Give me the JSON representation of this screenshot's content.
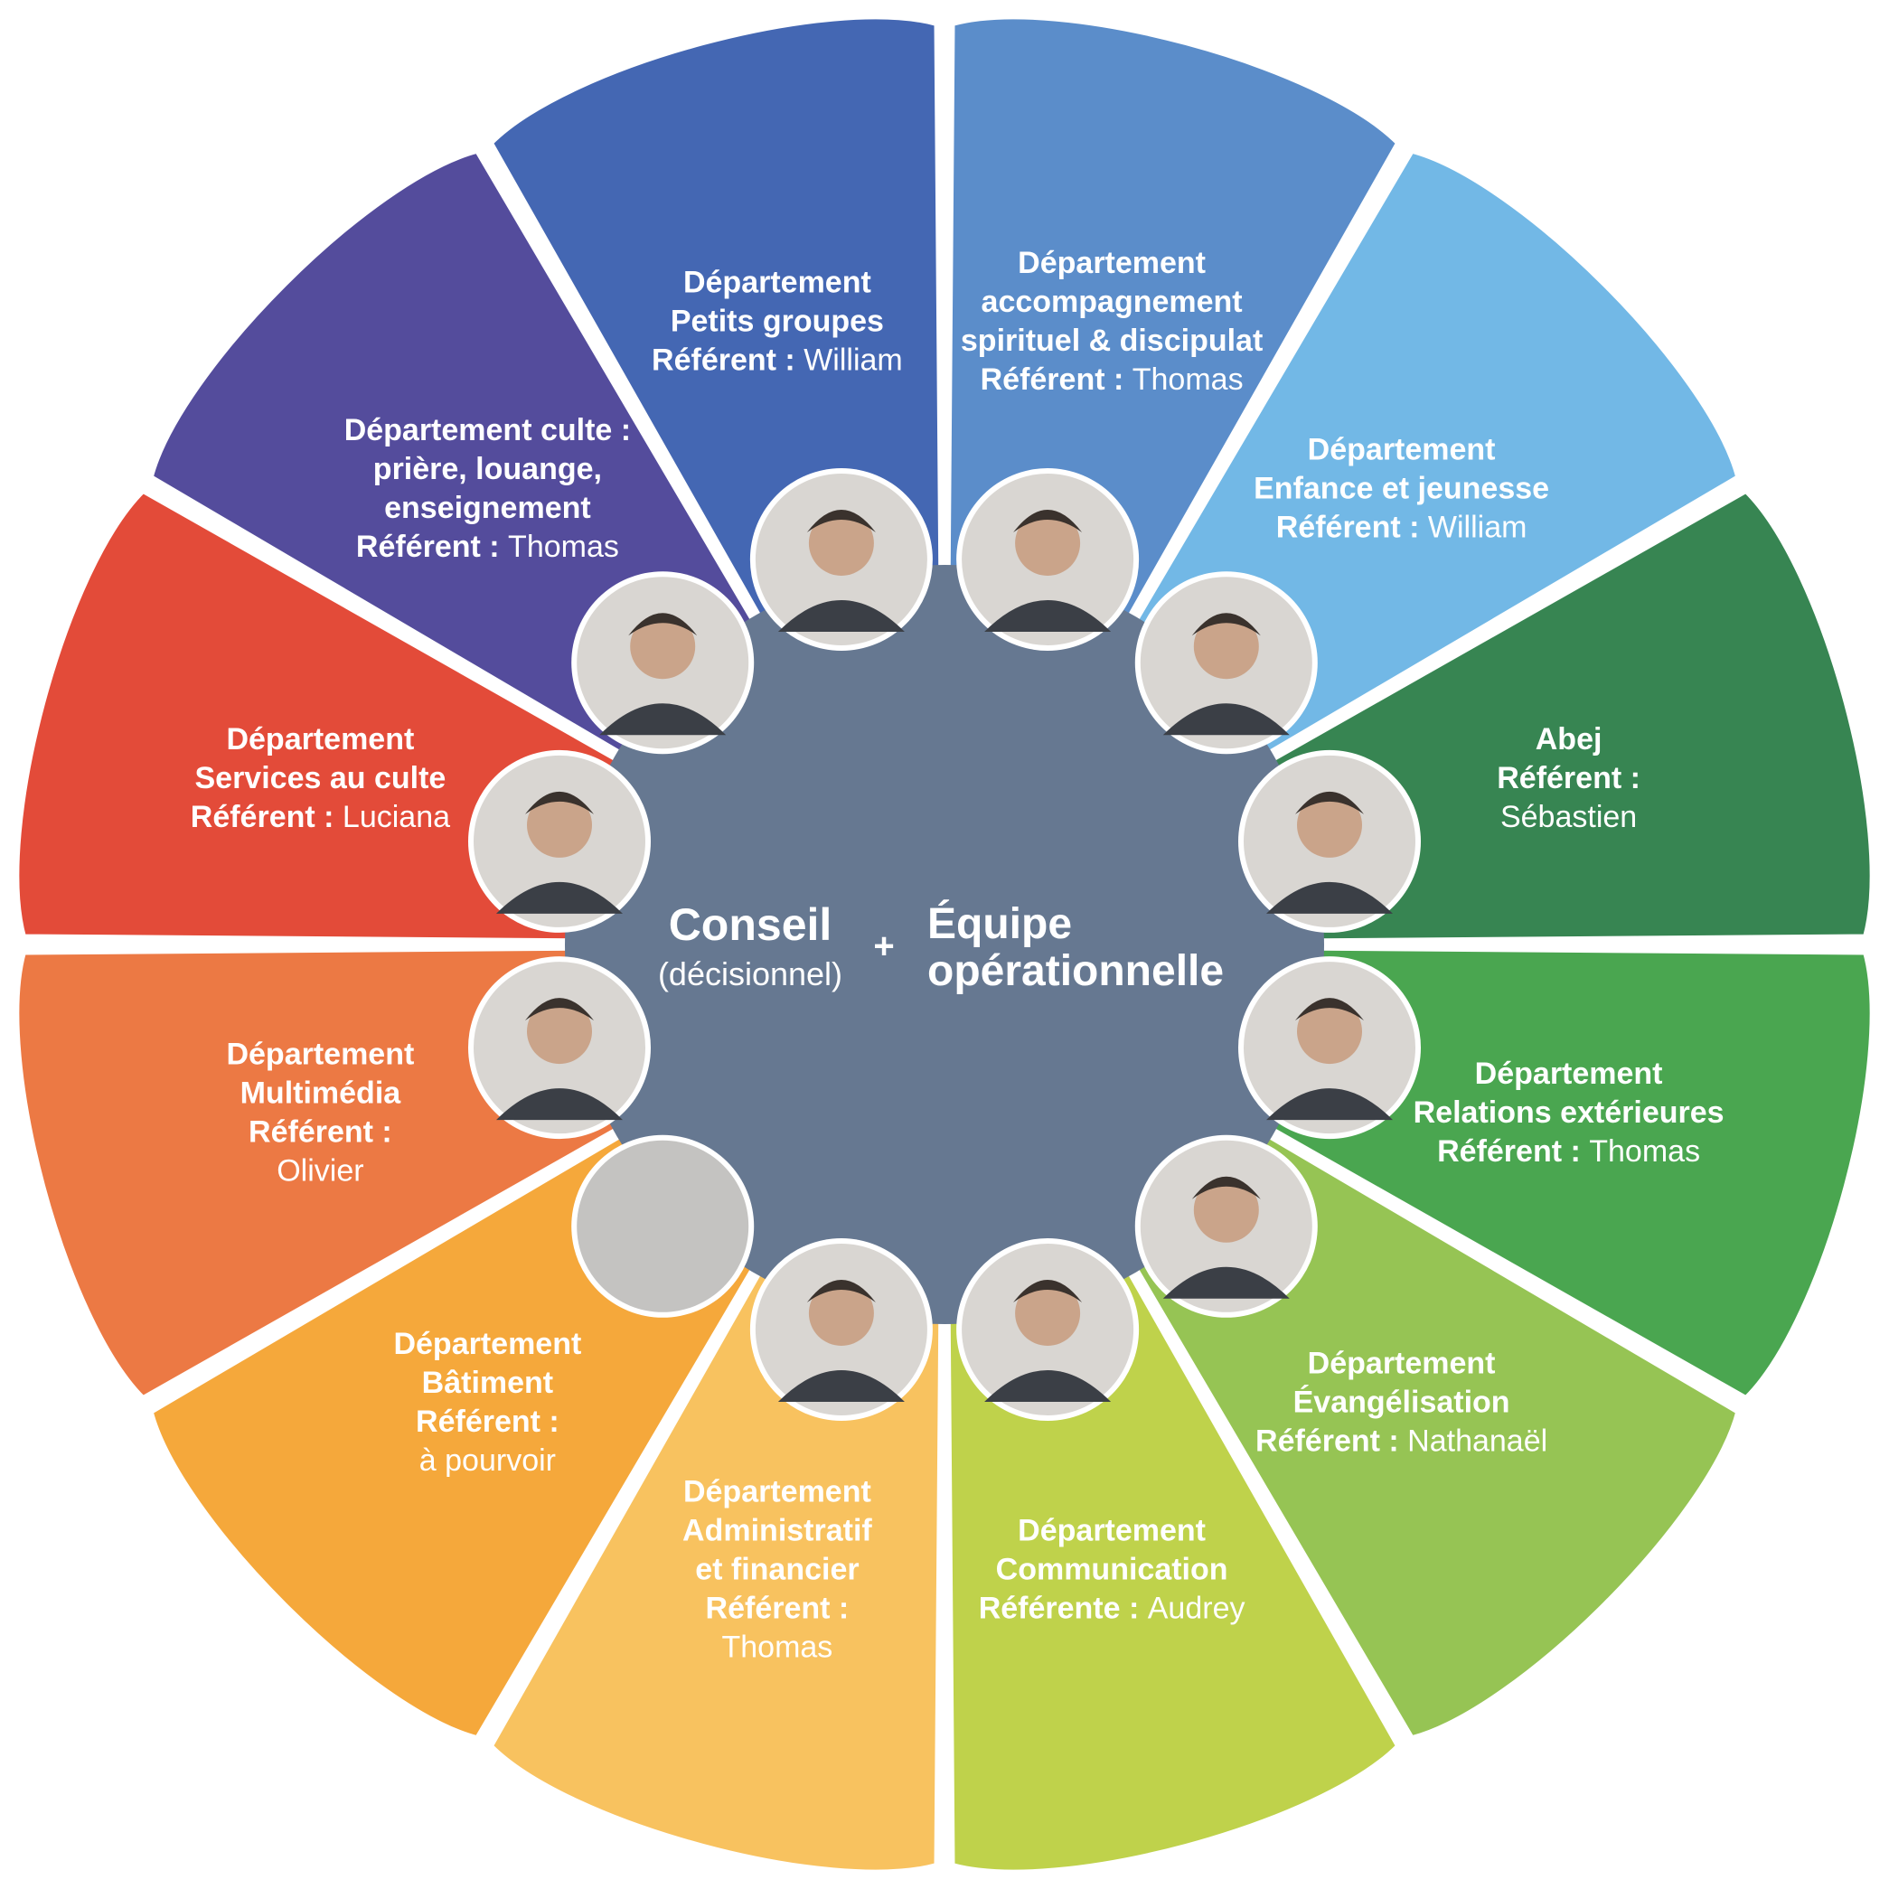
{
  "center": {
    "conseil": "Conseil",
    "conseil_sub": "(décisionnel)",
    "plus": "+",
    "equipe_line1": "Équipe",
    "equipe_line2": "opérationnelle"
  },
  "colors": {
    "center": "#667891",
    "photo_empty": "#c4c3c1",
    "photo_ring": "#ffffff"
  },
  "segments": [
    {
      "color": "#5b8dca",
      "icon": "referent-photo",
      "lines": [
        {
          "b": "Département"
        },
        {
          "b": "accompagnement"
        },
        {
          "b": "spirituel & discipulat"
        },
        {
          "b": "Référent : ",
          "n": "Thomas"
        }
      ]
    },
    {
      "color": "#72b8e6",
      "icon": "referent-photo",
      "lines": [
        {
          "b": "Département"
        },
        {
          "b": "Enfance et jeunesse"
        },
        {
          "b": "Référent : ",
          "n": "William"
        }
      ]
    },
    {
      "color": "#378552",
      "icon": "referent-photo",
      "lines": [
        {
          "b": "Abej"
        },
        {
          "b": "Référent :"
        },
        {
          "n": "Sébastien"
        }
      ]
    },
    {
      "color": "#4aa650",
      "icon": "referent-photo",
      "lines": [
        {
          "b": "Département"
        },
        {
          "b": "Relations extérieures"
        },
        {
          "b": "Référent : ",
          "n": "Thomas"
        }
      ]
    },
    {
      "color": "#96c454",
      "icon": "referent-photo",
      "lines": [
        {
          "b": "Département"
        },
        {
          "b": "Évangélisation"
        },
        {
          "b": "Référent : ",
          "n": "Nathanaël"
        }
      ]
    },
    {
      "color": "#bfd24b",
      "icon": "referent-photo",
      "lines": [
        {
          "b": "Département"
        },
        {
          "b": "Communication"
        },
        {
          "b": "Référente : ",
          "n": "Audrey"
        }
      ]
    },
    {
      "color": "#f8c25f",
      "icon": "referent-photo",
      "lines": [
        {
          "b": "Département"
        },
        {
          "b": "Administratif"
        },
        {
          "b": "et financier"
        },
        {
          "b": "Référent :"
        },
        {
          "n": "Thomas"
        }
      ]
    },
    {
      "color": "#f5a83b",
      "icon": "empty-photo",
      "lines": [
        {
          "b": "Département"
        },
        {
          "b": "Bâtiment"
        },
        {
          "b": "Référent :"
        },
        {
          "n": "à pourvoir"
        }
      ]
    },
    {
      "color": "#ec7944",
      "icon": "referent-photo",
      "lines": [
        {
          "b": "Département"
        },
        {
          "b": "Multimédia"
        },
        {
          "b": "Référent :"
        },
        {
          "n": "Olivier"
        }
      ]
    },
    {
      "color": "#e34b39",
      "icon": "referent-photo",
      "lines": [
        {
          "b": "Département"
        },
        {
          "b": "Services au culte"
        },
        {
          "b": "Référent : ",
          "n": "Luciana"
        }
      ]
    },
    {
      "color": "#544c9c",
      "icon": "referent-photo",
      "lines": [
        {
          "b": "Département culte :"
        },
        {
          "b": "prière, louange,"
        },
        {
          "b": "enseignement"
        },
        {
          "b": "Référent : ",
          "n": "Thomas"
        }
      ]
    },
    {
      "color": "#4467b3",
      "icon": "referent-photo",
      "lines": [
        {
          "b": "Département"
        },
        {
          "b": "Petits groupes"
        },
        {
          "b": "Référent : ",
          "n": "William"
        }
      ]
    }
  ]
}
